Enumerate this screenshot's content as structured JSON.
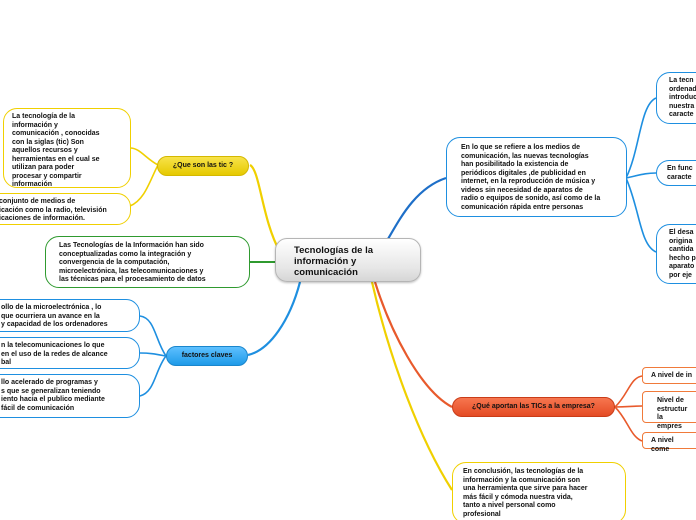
{
  "central": {
    "title": "Tecnologías de la\ninformación y\ncomunicación"
  },
  "left": {
    "que_son": {
      "label": "¿Que son las tic ?",
      "def1": "La tecnología de la\ninformación y\ncomunicación , conocidas\ncon la siglas (tic) Son\naquellos recursos y\nherramientas en el cual se\nutilizan para poder\nprocesar y compartir\ninformación",
      "def2": "conjunto de medios  de\nicación como la radio, televisión\nicaciones de información."
    },
    "integracion": "Las Tecnologías de la Información han sido\nconceptualizadas como la integración y\nconvergencia de la computación,\nmicroelectrónica, las telecomunicaciones y\nlas técnicas para el procesamiento de datos",
    "factores": {
      "label": "factores claves",
      "f1": "ollo de la microelectrónica , lo\nque ocurriera un avance en la\ny capacidad de los ordenadores",
      "f2": "n la telecomunicaciones lo que\nen el uso de la redes de alcance\nbal",
      "f3": "llo acelerado de programas y\ns  que se generalizan teniendo\niento hacia el publico  mediante\nfácil de comunicación"
    }
  },
  "right": {
    "refiere": "En lo que se refiere a los medios de\ncomunicación, las nuevas tecnologías\nhan posibilitado la existencia de\nperiódicos digitales ,de publicidad en\ninternet, en la reproducción  de música y\nvideos sin necesidad de aparatos de\nradio o equipos de sonido, así como de la\ncomunicación rápida  entre personas",
    "r1": "La tecn\nordenad\nintroduc\nnuestra\ncaracte",
    "r2": "En func\ncaracte",
    "r3": "El desa\norigina\ncantida\nhecho p\naparato\npor eje",
    "aportan": {
      "label": "¿Qué aportan las TICs a la empresa?",
      "a1": "A nivel de in",
      "a2": "Nivel de\nestructur\nla empres",
      "a3": "A nivel come"
    },
    "conclusion": "En conclusión, las tecnologías de la\ninformación y la comunicación son\nuna herramienta que sirve para hacer\nmás fácil y cómoda nuestra vida,\ntanto a nivel personal como\nprofesional"
  }
}
